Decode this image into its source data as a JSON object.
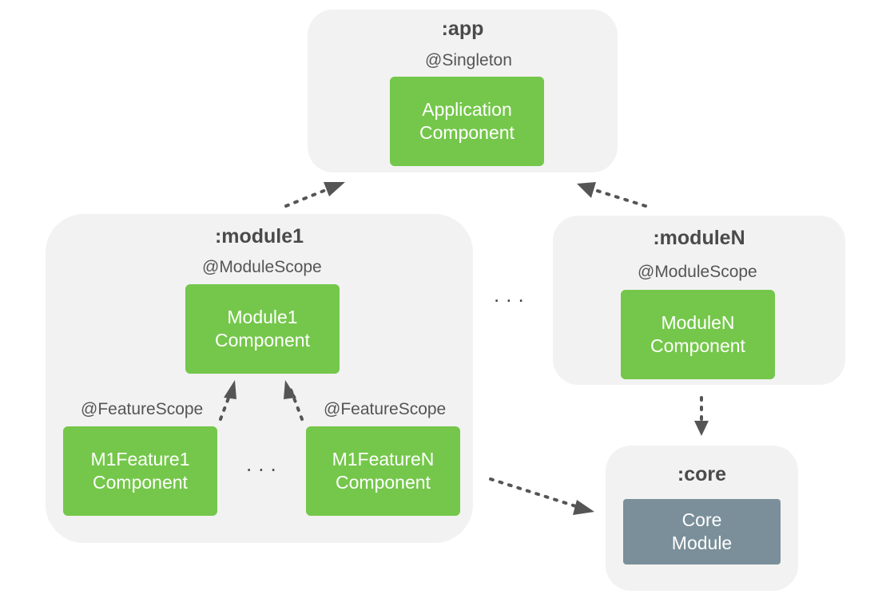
{
  "app": {
    "title": ":app",
    "scope": "@Singleton",
    "component": [
      "Application",
      "Component"
    ]
  },
  "module1": {
    "title": ":module1",
    "scope": "@ModuleScope",
    "component": [
      "Module1",
      "Component"
    ],
    "features": [
      {
        "scope": "@FeatureScope",
        "component": [
          "M1Feature1",
          "Component"
        ]
      },
      {
        "scope": "@FeatureScope",
        "component": [
          "M1FeatureN",
          "Component"
        ]
      }
    ],
    "ellipsis": "..."
  },
  "moduleN": {
    "title": ":moduleN",
    "scope": "@ModuleScope",
    "component": [
      "ModuleN",
      "Component"
    ]
  },
  "core": {
    "title": ":core",
    "component": [
      "Core",
      "Module"
    ]
  },
  "between_modules_ellipsis": "...",
  "colors": {
    "component_green": "#74c74a",
    "core_module": "#7a8f99",
    "group_background": "#f2f2f2",
    "arrow": "#555555"
  }
}
